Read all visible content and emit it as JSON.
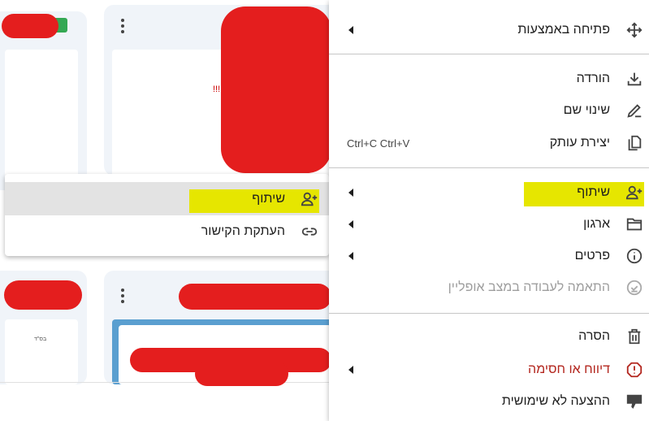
{
  "context_menu": {
    "items": [
      {
        "label": "פתיחה באמצעות",
        "icon": "open-with-icon",
        "submenu": true
      },
      {
        "label": "הורדה",
        "icon": "download-icon"
      },
      {
        "label": "שינוי שם",
        "icon": "rename-icon"
      },
      {
        "label": "יצירת עותק",
        "icon": "copy-icon",
        "shortcut": "Ctrl+C Ctrl+V"
      },
      {
        "label": "שיתוף",
        "icon": "person-add-icon",
        "submenu": true,
        "highlighted": true
      },
      {
        "label": "ארגון",
        "icon": "folder-icon",
        "submenu": true
      },
      {
        "label": "פרטים",
        "icon": "info-icon",
        "submenu": true
      },
      {
        "label": "התאמה לעבודה במצב אופליין",
        "icon": "offline-icon",
        "disabled": true
      },
      {
        "label": "הסרה",
        "icon": "trash-icon"
      },
      {
        "label": "דיווח או חסימה",
        "icon": "report-icon",
        "submenu": true,
        "color": "#b3261e"
      },
      {
        "label": "ההצעה לא שימושית",
        "icon": "thumb-down-icon"
      }
    ]
  },
  "share_submenu": {
    "items": [
      {
        "label": "שיתוף",
        "icon": "person-add-icon",
        "hovered": true
      },
      {
        "label": "העתקת הקישור",
        "icon": "link-icon"
      }
    ]
  },
  "background": {
    "card_text_1": "!!!",
    "card_text_2": "בס\"ד"
  },
  "colors": {
    "highlight": "#e6e600",
    "danger": "#b3261e",
    "disabled": "#9e9e9e",
    "hover": "#e3e3e3"
  }
}
